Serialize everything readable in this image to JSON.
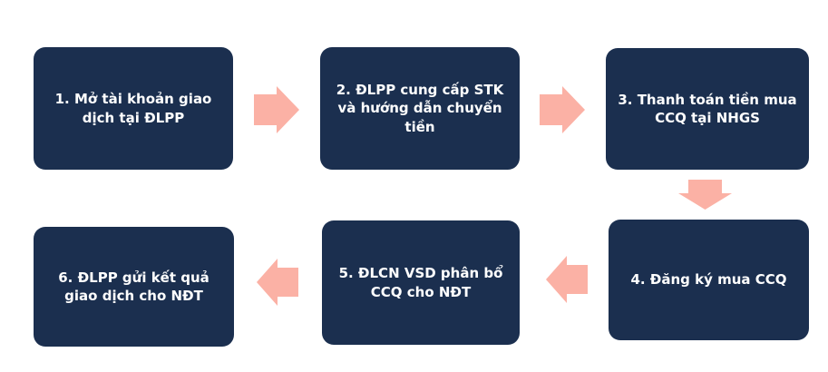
{
  "colors": {
    "background": "#ffffff",
    "box_fill": "#1b2f4f",
    "box_text": "#ffffff",
    "arrow_fill": "#fbb1a5"
  },
  "diagram": {
    "type": "flowchart",
    "steps": [
      {
        "id": 1,
        "label": "1. Mở tài khoản giao dịch tại ĐLPP"
      },
      {
        "id": 2,
        "label": "2. ĐLPP cung cấp STK và hướng dẫn chuyển tiền"
      },
      {
        "id": 3,
        "label": "3. Thanh toán tiền mua CCQ tại NHGS"
      },
      {
        "id": 4,
        "label": "4. Đăng ký mua CCQ"
      },
      {
        "id": 5,
        "label": "5. ĐLCN VSD phân bổ CCQ cho NĐT"
      },
      {
        "id": 6,
        "label": "6. ĐLPP gửi kết quả giao dịch cho NĐT"
      }
    ],
    "connections": [
      {
        "from": 1,
        "to": 2,
        "direction": "right"
      },
      {
        "from": 2,
        "to": 3,
        "direction": "right"
      },
      {
        "from": 3,
        "to": 4,
        "direction": "down"
      },
      {
        "from": 4,
        "to": 5,
        "direction": "left"
      },
      {
        "from": 5,
        "to": 6,
        "direction": "left"
      }
    ]
  }
}
